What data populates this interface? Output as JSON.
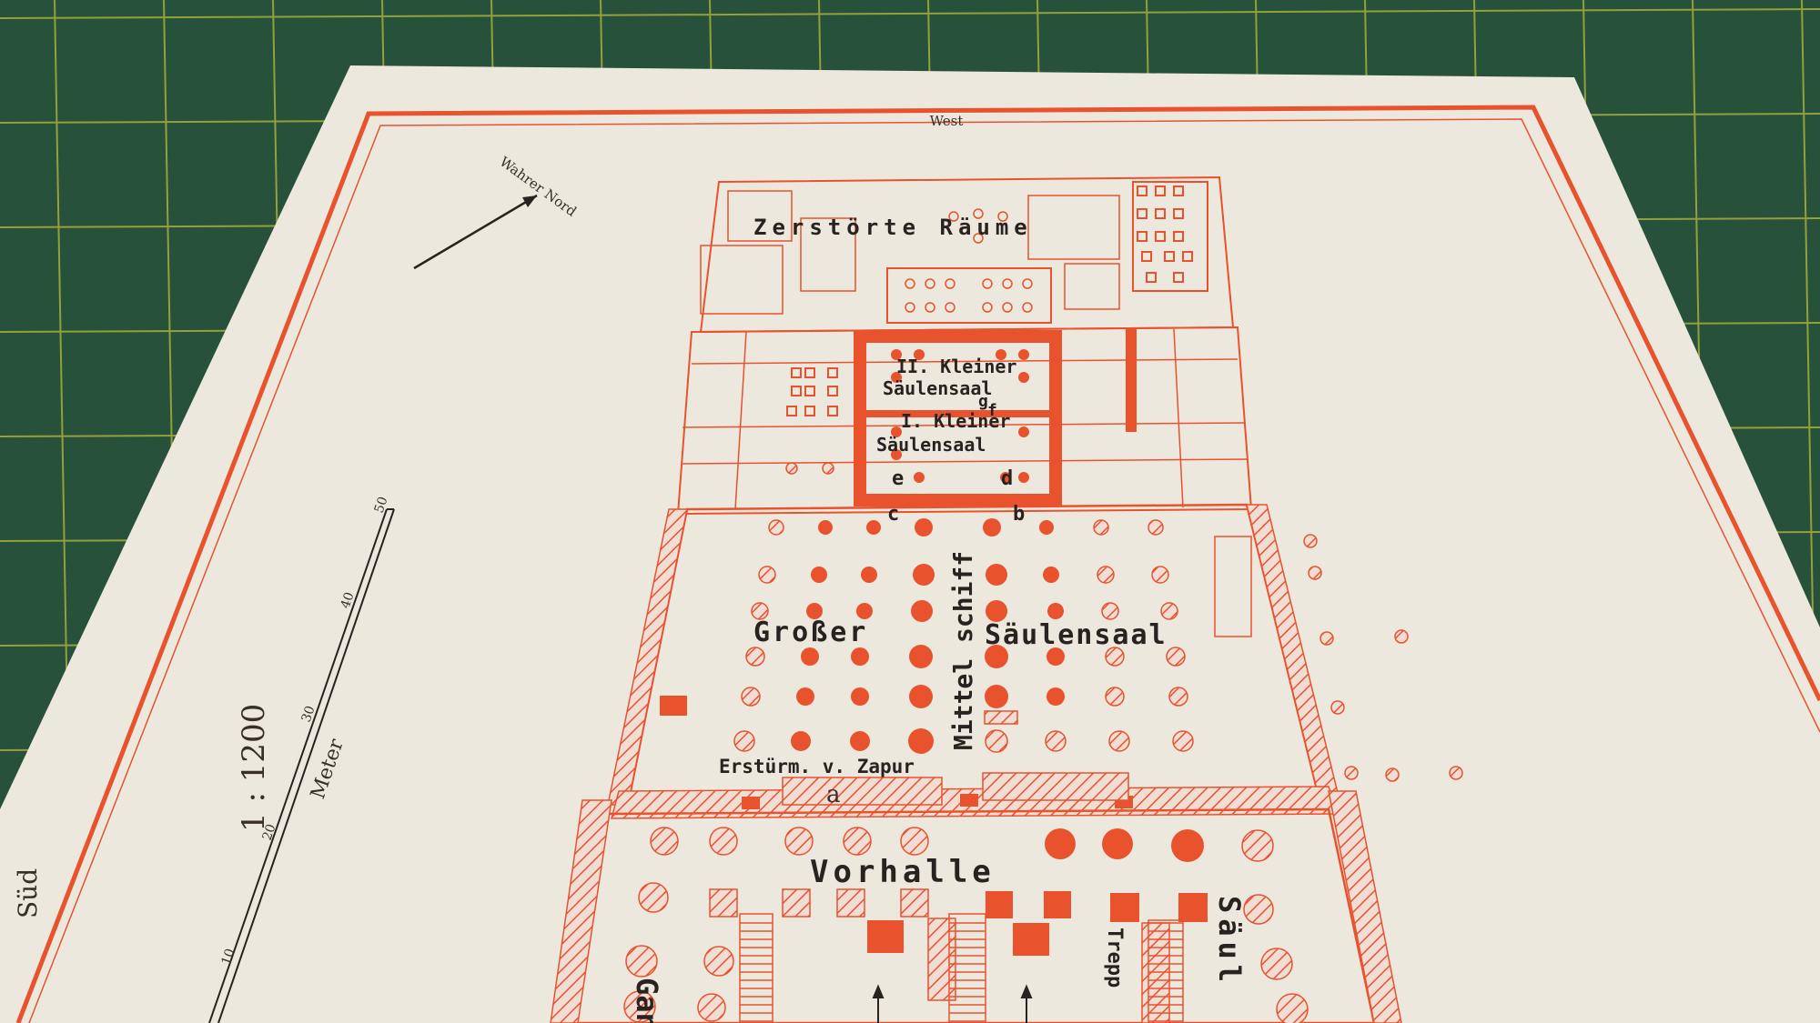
{
  "map": {
    "compass_top": "West",
    "compass_left": "Süd",
    "true_north": "Wahrer Nord",
    "scale_ratio": "1 : 1200",
    "scale_unit": "Meter",
    "scale_ticks": [
      "10",
      "20",
      "30",
      "40",
      "50"
    ]
  },
  "rooms": {
    "destroyed": "Zerstörte Räume",
    "small_hall_2_a": "II. Kleiner",
    "small_hall_2_b": "Säulensaal",
    "small_hall_1_a": "I. Kleiner",
    "small_hall_1_b": "Säulensaal",
    "great_hall_a": "Großer",
    "great_hall_b": "Säulensaal",
    "nave": "Mittel schiff",
    "storm": "Erstürm. v. Zapur",
    "portico": "Vorhalle",
    "corridor": "Gang",
    "stairs": "Trepp",
    "columns_right": "Säul"
  },
  "markers": [
    "a",
    "b",
    "c",
    "d",
    "e",
    "f",
    "g"
  ],
  "colors": {
    "ink": "#e8532e",
    "paper": "#ece8de",
    "mat": "#27513a",
    "grid": "#c7c43a"
  }
}
